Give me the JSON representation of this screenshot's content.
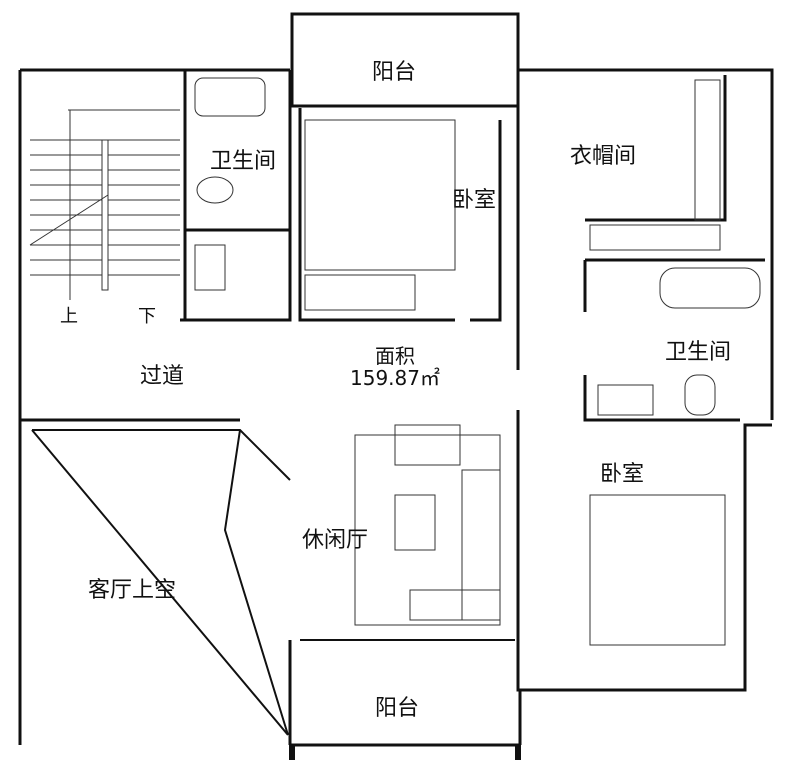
{
  "rooms": {
    "balcony_top": "阳台",
    "bathroom_left": "卫生间",
    "bedroom_top": "卧室",
    "cloakroom": "衣帽间",
    "bathroom_right": "卫生间",
    "corridor": "过道",
    "area_label": "面积",
    "area_value": "159.87㎡",
    "lounge": "休闲厅",
    "bedroom_right": "卧室",
    "living_void": "客厅上空",
    "balcony_bottom": "阳台"
  },
  "stairs": {
    "up": "上",
    "down": "下"
  },
  "colors": {
    "wall": "#111111",
    "line": "#333333",
    "background": "#ffffff"
  }
}
